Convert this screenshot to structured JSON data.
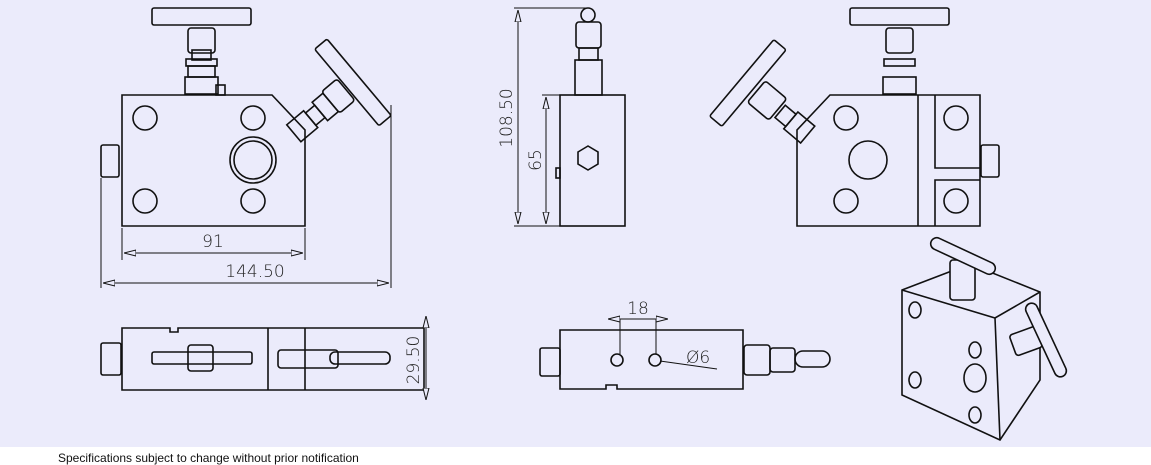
{
  "drawing": {
    "dimensions": {
      "front_body_width": "91",
      "front_overall_width": "144.50",
      "side_overall_height": "108.50",
      "side_body_height": "65",
      "top_thickness": "29.50",
      "hole_spacing": "18",
      "hole_diameter": "Ø6"
    }
  },
  "footer": {
    "note": "Specifications subject to change without prior notification"
  }
}
